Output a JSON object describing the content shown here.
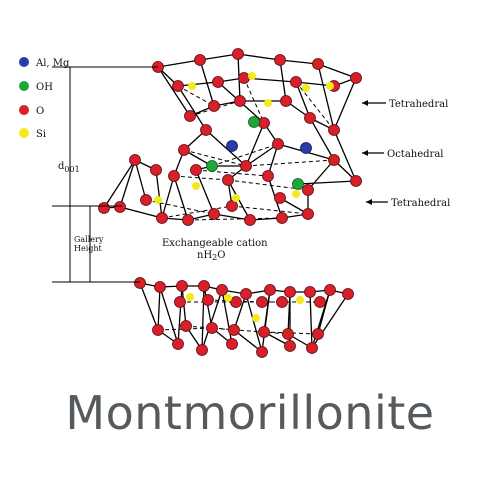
{
  "legend": [
    {
      "label": "Al, Mg",
      "color": "#2b3da8"
    },
    {
      "label": "OH",
      "color": "#1fa83a"
    },
    {
      "label": "O",
      "color": "#d81f2a"
    },
    {
      "label": "Si",
      "color": "#f2ea1a"
    }
  ],
  "layers": {
    "top_tetrahedral": "Tetrahedral",
    "octahedral": "Octahedral",
    "bottom_tetrahedral": "Tetrahedral"
  },
  "dimensions": {
    "d_spacing": "d",
    "d_subscript": "001",
    "gallery_line1": "Gallery",
    "gallery_line2": "Height"
  },
  "interlayer": {
    "line1": "Exchangeable cation",
    "line2_prefix": "nH",
    "line2_subscript": "2",
    "line2_suffix": "O"
  },
  "title": "Montmorillonite"
}
